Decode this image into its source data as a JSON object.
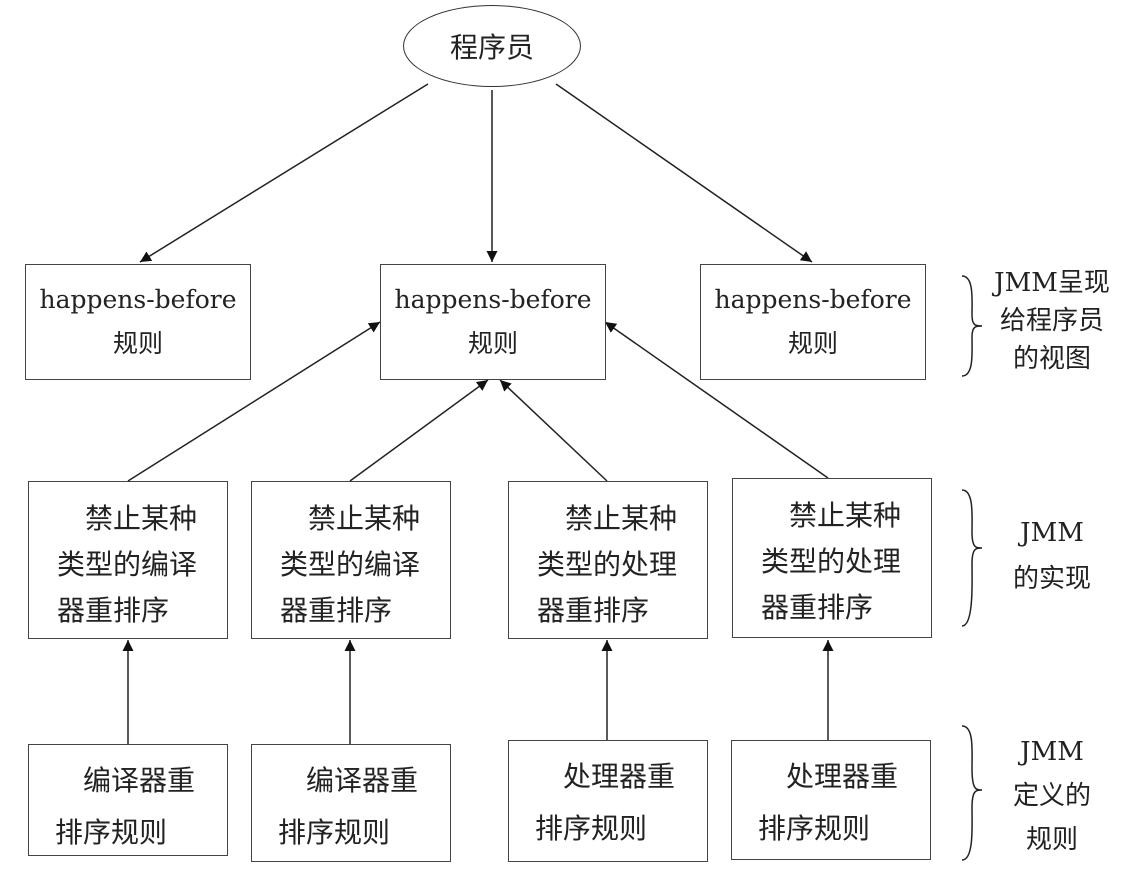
{
  "top": {
    "label": "程序员"
  },
  "hb_rules": [
    {
      "line1": "happens-before",
      "line2": "规则"
    },
    {
      "line1": "happens-before",
      "line2": "规则"
    },
    {
      "line1": "happens-before",
      "line2": "规则"
    }
  ],
  "impls": [
    {
      "line1": "禁止某种",
      "line2": "类型的编译",
      "line3": "器重排序"
    },
    {
      "line1": "禁止某种",
      "line2": "类型的编译",
      "line3": "器重排序"
    },
    {
      "line1": "禁止某种",
      "line2": "类型的处理",
      "line3": "器重排序"
    },
    {
      "line1": "禁止某种",
      "line2": "类型的处理",
      "line3": "器重排序"
    }
  ],
  "rules": [
    {
      "line1": "编译器重",
      "line2": "排序规则"
    },
    {
      "line1": "编译器重",
      "line2": "排序规则"
    },
    {
      "line1": "处理器重",
      "line2": "排序规则"
    },
    {
      "line1": "处理器重",
      "line2": "排序规则"
    }
  ],
  "side_labels": {
    "view": [
      "JMM呈现",
      "给程序员",
      "的视图"
    ],
    "impl": [
      "JMM",
      "的实现"
    ],
    "def": [
      "JMM",
      "定义的",
      "规则"
    ]
  }
}
